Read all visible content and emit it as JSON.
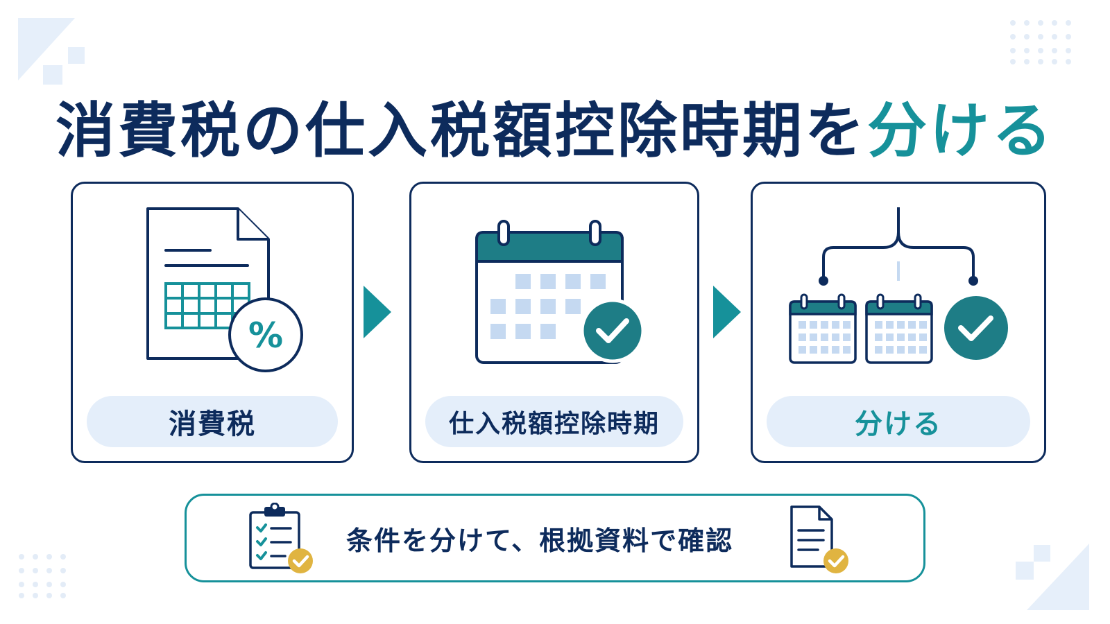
{
  "title": {
    "main": "消費税の仕入税額控除時期を",
    "accent": "分ける"
  },
  "steps": [
    {
      "label": "消費税",
      "icon": "tax-document-percent-icon"
    },
    {
      "label": "仕入税額控除時期",
      "icon": "calendar-check-icon"
    },
    {
      "label": "分ける",
      "icon": "split-calendars-check-icon"
    }
  ],
  "footer": {
    "text": "条件を分けて、根拠資料で確認"
  },
  "colors": {
    "navy": "#0d2b5c",
    "teal": "#16919a",
    "pill": "#e4eefa",
    "gold": "#e0b441"
  }
}
